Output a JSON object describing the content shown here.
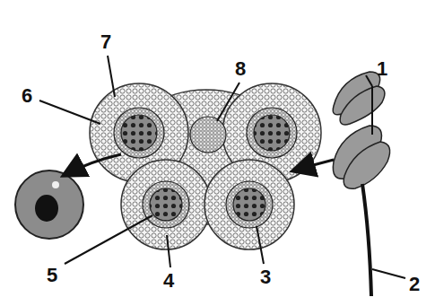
{
  "diagram": {
    "labels": [
      "7",
      "8",
      "1",
      "6",
      "5",
      "4",
      "3",
      "2"
    ]
  }
}
